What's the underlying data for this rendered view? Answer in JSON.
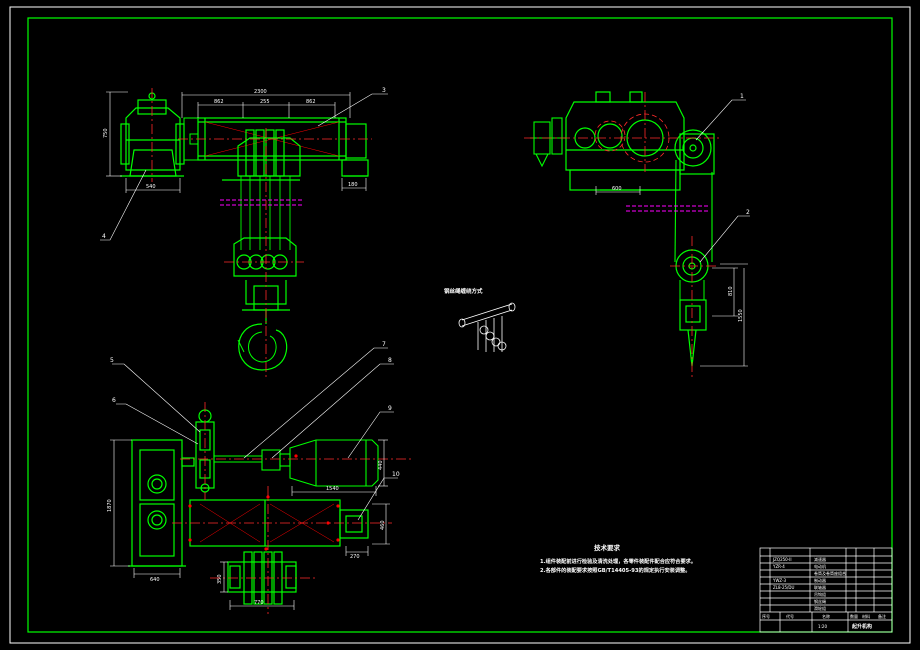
{
  "colors": {
    "background": "#000000",
    "border": "#ffffff",
    "part": "#00ff00",
    "dimension": "#ffffff",
    "centerline": "#ff2a2a",
    "hidden": "#ff00ff",
    "hatch": "#ff0000"
  },
  "callouts": [
    "1",
    "2",
    "3",
    "4",
    "5",
    "6",
    "7",
    "8",
    "9",
    "10"
  ],
  "dimensions": {
    "drum_total": "2300",
    "drum_seg_left": "862",
    "drum_seg_mid": "255",
    "drum_seg_right": "862",
    "drum_height": "750",
    "gearbox_width": "540",
    "drum_end_width": "180",
    "gear_center": "600",
    "hook_vert_1": "810",
    "hook_vert_2": "1550",
    "motor_length": "1540",
    "motor_height": "440",
    "plan_total_height": "1870",
    "plan_gearbox_width": "640",
    "plan_drum_end_height": "460",
    "plan_drum_end_width": "270",
    "bearing_height": "350",
    "bearing_width": "770"
  },
  "wiring_label": "钢丝绳缠绕方式",
  "tech_requirements": {
    "title": "技术要求",
    "items": [
      "1.组件装配前进行检验及清洗处理，各零件装配件配合应符合要求。",
      "2.各部件的装配要求按照GB/T14405-93的规定执行安装调整。"
    ]
  },
  "title_block": {
    "rows": [
      {
        "code": "JZQ250-II",
        "name": "减速器"
      },
      {
        "code": "YZR-4",
        "name": "电动机"
      },
      {
        "code": "",
        "name": "卷筒及卷筒座组合"
      },
      {
        "code": "YWZ-3",
        "name": "制动器"
      },
      {
        "code": "ZL8-25/DU",
        "name": "联轴器"
      },
      {
        "code": "",
        "name": "吊钩组"
      },
      {
        "code": "",
        "name": "钢丝绳"
      },
      {
        "code": "",
        "name": "滑轮组"
      }
    ],
    "header": [
      "序号",
      "代号",
      "名称",
      "数量",
      "材料",
      "备注"
    ],
    "scale": "1:20",
    "drawing_title": "起升机构"
  }
}
